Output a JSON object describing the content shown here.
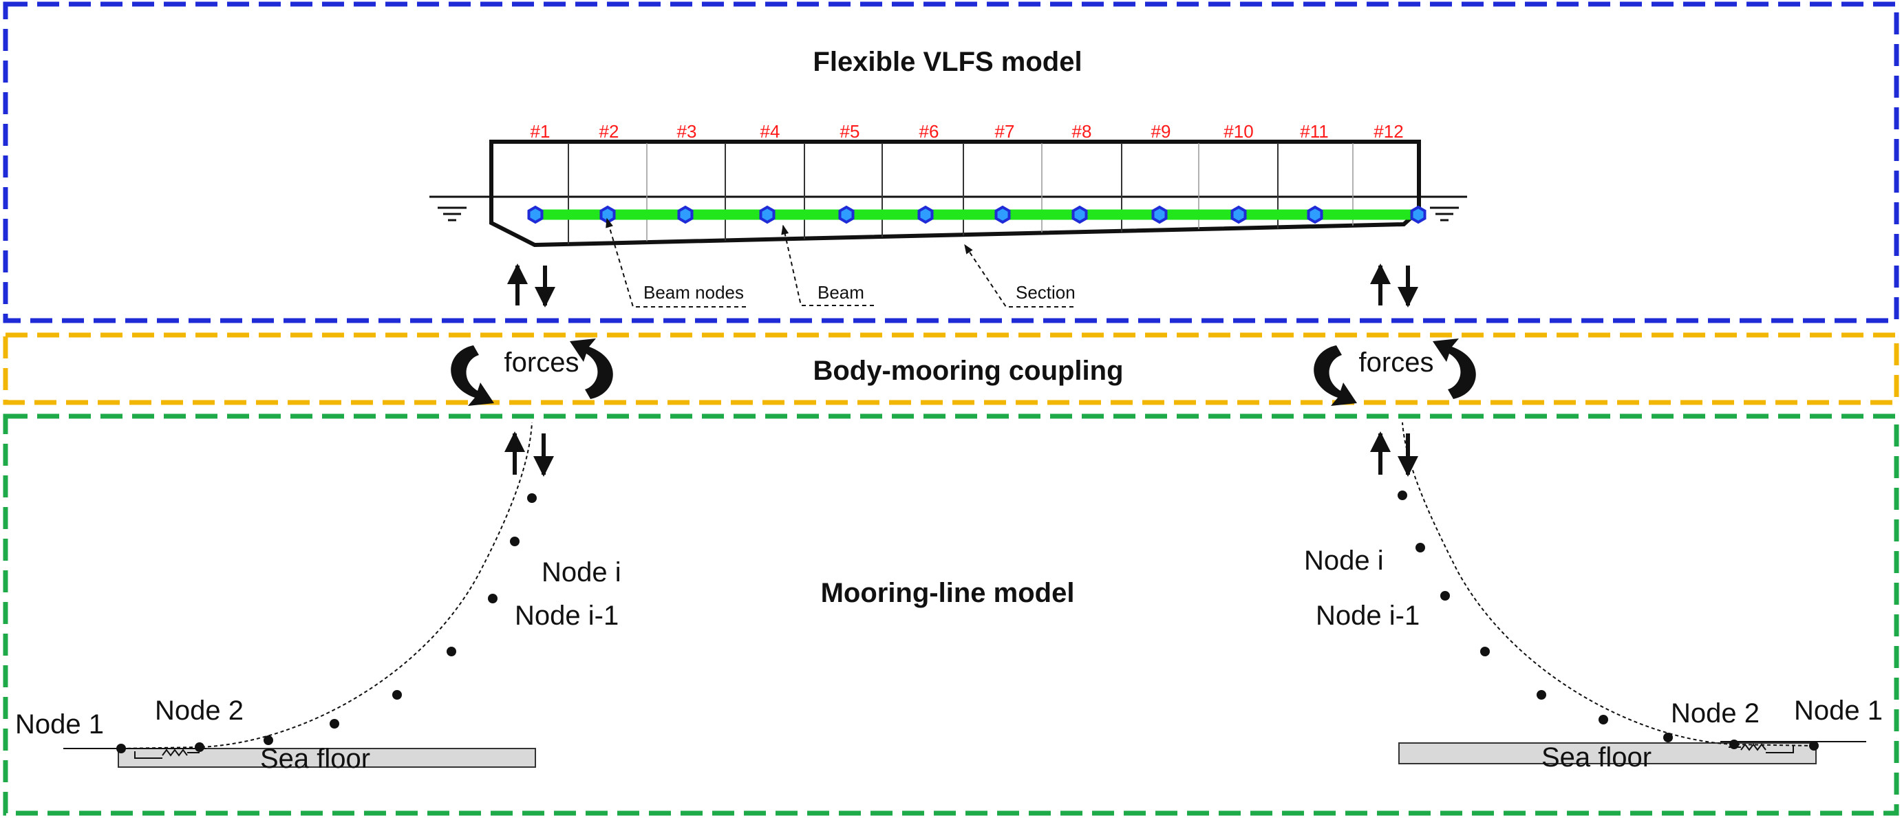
{
  "colors": {
    "vlfs_box": "#1f2bd6",
    "coupling_box": "#f2b705",
    "mooring_box": "#1faa4a",
    "beam": "#22e61c",
    "node_outline": "#1f2bd6",
    "node_fill": "#2f9cff",
    "section_labels": "#ff1a1a",
    "ink": "#111111",
    "sea_floor_fill": "#d9d9d9"
  },
  "vlfs": {
    "title": "Flexible VLFS model",
    "sections": [
      "#1",
      "#2",
      "#3",
      "#4",
      "#5",
      "#6",
      "#7",
      "#8",
      "#9",
      "#10",
      "#11",
      "#12"
    ],
    "annotations": {
      "beam_nodes": "Beam nodes",
      "beam": "Beam",
      "section": "Section"
    }
  },
  "coupling": {
    "title": "Body-mooring coupling",
    "left_forces": "forces",
    "right_forces": "forces"
  },
  "mooring": {
    "title": "Mooring-line model",
    "left": {
      "node_i": "Node i",
      "node_i_minus_1": "Node i-1",
      "node_1": "Node 1",
      "node_2": "Node 2",
      "sea_floor": "Sea floor"
    },
    "right": {
      "node_i": "Node i",
      "node_i_minus_1": "Node i-1",
      "node_1": "Node 1",
      "node_2": "Node 2",
      "sea_floor": "Sea floor"
    }
  }
}
